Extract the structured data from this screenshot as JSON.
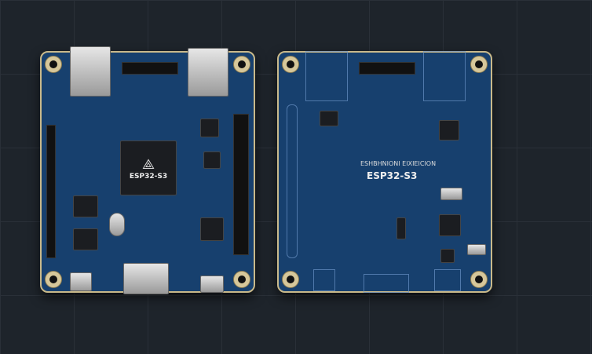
{
  "left_board": {
    "chip_label": "ESP32-S3",
    "logo": "espressif-logo"
  },
  "right_board": {
    "heading": "ESHBHNIONI EIXIEICION",
    "chip_label": "ESP32-S3"
  },
  "colors": {
    "pcb": "#17406e",
    "background": "#1e242b",
    "gold": "#d6c79a"
  }
}
